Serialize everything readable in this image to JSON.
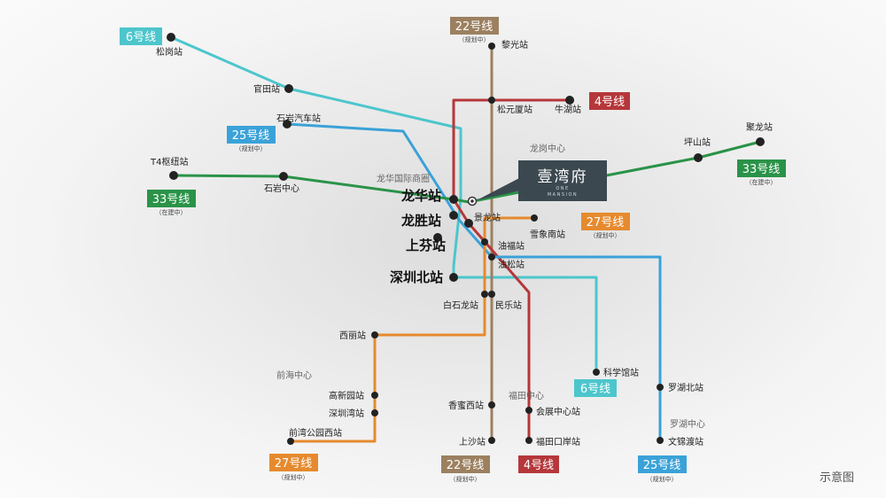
{
  "lines": {
    "l6": {
      "color": "#4cc6cc",
      "badge_top": "6号线",
      "badge_bottom": "6号线"
    },
    "l22": {
      "color": "#9c8060",
      "badge_top": "22号线",
      "badge_bottom": "22号线",
      "note": "（规划中）"
    },
    "l4": {
      "color": "#b5373a",
      "badge_top": "4号线",
      "badge_bottom": "4号线"
    },
    "l25": {
      "color": "#3aa2d8",
      "badge_top": "25号线",
      "badge_bottom": "25号线",
      "note": "（规划中）"
    },
    "l33": {
      "color": "#2a9348",
      "badge_left": "33号线",
      "badge_right": "33号线",
      "note": "（在建中）"
    },
    "l27": {
      "color": "#e68a2e",
      "badge_top": "27号线",
      "badge_bottom": "27号线",
      "note": "（规划中）"
    }
  },
  "stations": {
    "songgang": "松岗站",
    "guantian": "官田站",
    "shiyanqiche": "石岩汽车站",
    "t4hub": "T4枢纽站",
    "shiyanzhongxin": "石岩中心",
    "liguang": "黎光站",
    "songyuansha": "松元厦站",
    "niuhu": "牛湖站",
    "pingshan": "坪山站",
    "julong": "聚龙站",
    "longhua": "龙华站",
    "longsheng": "龙胜站",
    "shangfen": "上芬站",
    "jinglong": "景龙站",
    "xuexiangnan": "雪象南站",
    "youfu": "油福站",
    "yousong": "油松站",
    "shenzhenbei": "深圳北站",
    "baishilong": "白石龙站",
    "minle": "民乐站",
    "xili": "西丽站",
    "gaoxinyuan": "高新园站",
    "shenzhenwan": "深圳湾站",
    "qianwan": "前湾公园西站",
    "xiangmixi": "香蜜西站",
    "shangsha": "上沙站",
    "huizhan": "会展中心站",
    "futiankouan": "福田口岸站",
    "kexueguan": "科学馆站",
    "luohubei": "罗湖北站",
    "wenjindu": "文锦渡站"
  },
  "areas": {
    "longgang": "龙岗中心",
    "longhuaguoji": "龙华国际商圈",
    "qianhai": "前海中心",
    "futian": "福田中心",
    "luohu": "罗湖中心"
  },
  "project": {
    "name": "壹湾府",
    "sub1": "ONE",
    "sub2": "MANSION"
  },
  "legend": "示意图"
}
